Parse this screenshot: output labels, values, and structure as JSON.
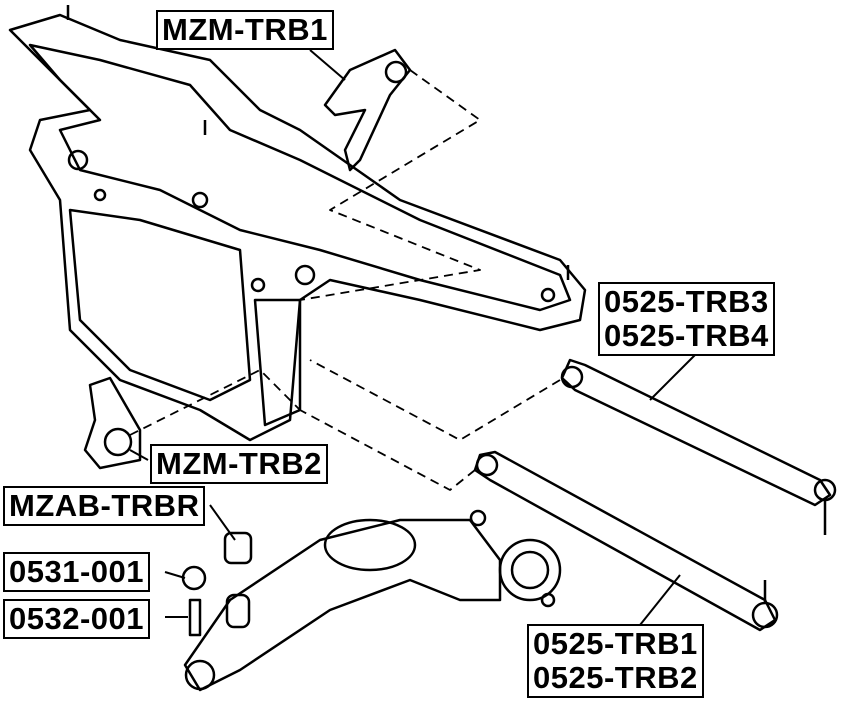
{
  "labels": {
    "mzm_trb1": "MZM-TRB1",
    "trb3": "0525-TRB3",
    "trb4": "0525-TRB4",
    "mzm_trb2": "MZM-TRB2",
    "mzab_trbr": "MZAB-TRBR",
    "p0531": "0531-001",
    "p0532": "0532-001",
    "trb1": "0525-TRB1",
    "trb2": "0525-TRB2"
  }
}
